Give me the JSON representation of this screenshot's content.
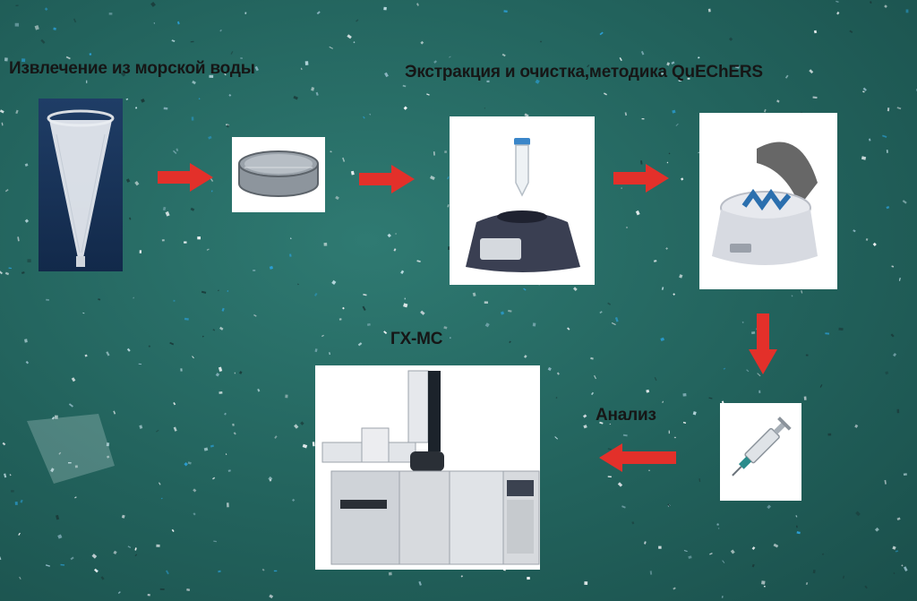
{
  "labels": {
    "seawater": "Извлечение из морской воды",
    "extraction": "Экстракция и очистка,методика QuEChERS",
    "gcms": "ГХ-МС",
    "analysis": "Анализ"
  },
  "colors": {
    "background": "#22625c",
    "arrow": "#e3302a",
    "label": "#161616"
  },
  "steps": [
    {
      "name": "plankton-net",
      "icon": "plankton-net-icon"
    },
    {
      "name": "sieve",
      "icon": "sieve-icon"
    },
    {
      "name": "vortex-mixer",
      "icon": "vortex-mixer-icon"
    },
    {
      "name": "centrifuge",
      "icon": "centrifuge-icon"
    },
    {
      "name": "syringe",
      "icon": "syringe-icon"
    },
    {
      "name": "gc-ms-instrument",
      "icon": "gc-ms-instrument-icon"
    }
  ]
}
